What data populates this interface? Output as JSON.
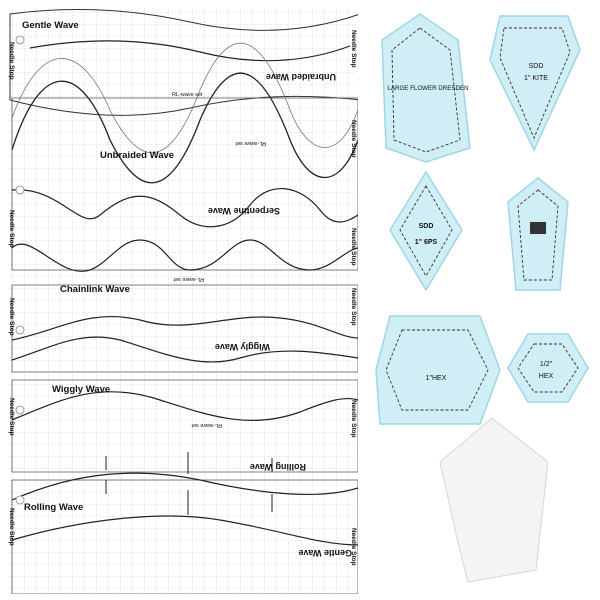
{
  "rulers": {
    "gentle_wave": "Gentle Wave",
    "unbraided_wave_top": "Unbraided Wave",
    "unbraided_wave": "Unbraided Wave",
    "serpentine_wave": "Serpentine Wave",
    "chainlink_wave": "Chainlink Wave",
    "wiggly_wave_top": "Wiggly Wave",
    "wiggly_wave": "Wiggly Wave",
    "rolling_wave_top": "Rolling Wave",
    "rolling_wave": "Rolling Wave",
    "gentle_wave_bottom": "Gentle Wave",
    "needle_stop": "Needle Stop",
    "set_name": "RL-wave set"
  },
  "templates": {
    "large_flower_dresden": "LARGE FLOWER DRESDEN",
    "sdd_kite_line1": "SDD",
    "sdd_kite_line2": "1\" KITE",
    "sdd_6ps_line1": "SDD",
    "sdd_6ps_line2": "1\" 6PS",
    "hex_1": "1\"HEX",
    "hex_half_line1": "1/2\"",
    "hex_half_line2": "HEX"
  },
  "colors": {
    "acrylic": "#cfeef5",
    "acrylic_edge": "#9fd6e6",
    "ruler_line": "#222222",
    "grid_line": "#9a9a9a",
    "white_template": "#f4f4f4"
  }
}
